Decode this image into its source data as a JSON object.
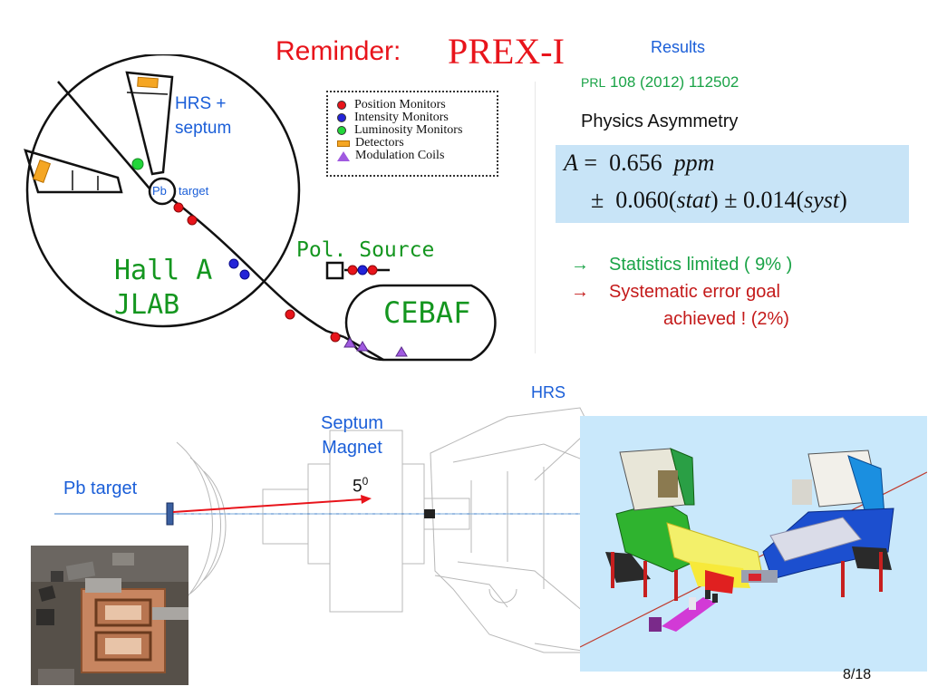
{
  "title": {
    "part1": "Reminder:",
    "part2": "PREX-I"
  },
  "results": {
    "heading": "Results",
    "prl_prefix": "PRL",
    "prl_rest": "108  (2012)  112502",
    "physics_label": "Physics  Asymmetry",
    "eq_symbol": "A",
    "eq_equals": "=",
    "eq_value": "0.656",
    "eq_unit": "ppm",
    "pm1": "±",
    "stat_value": "0.060(",
    "stat_label": "stat",
    "pm2": ") ± 0.014(",
    "syst_label": "syst",
    "close": ")"
  },
  "notes": {
    "arrow": "→",
    "stat_limited": "Statistics  limited  ( 9% )",
    "syst_goal_line1": "Systematic error goal",
    "syst_goal_line2": "achieved !   (2%)"
  },
  "legend": {
    "items": [
      {
        "label": "Position Monitors",
        "color": "#e8141b"
      },
      {
        "label": "Intensity Monitors",
        "color": "#2323d8"
      },
      {
        "label": "Luminosity Monitors",
        "color": "#22d63a"
      },
      {
        "label": "Detectors",
        "color": "#f5a623"
      },
      {
        "label": "Modulation Coils",
        "color": "#a05ae0"
      }
    ]
  },
  "hall_diagram": {
    "hrs_line1": "HRS +",
    "hrs_line2": "septum",
    "pb_label": "Pb",
    "target_label": "target",
    "hall_line1": "Hall A",
    "hall_line2": "JLAB",
    "pol_source": "Pol. Source",
    "cebaf": "CEBAF"
  },
  "lower_diagram": {
    "hrs_label": "HRS",
    "septum_line1": "Septum",
    "septum_line2": "Magnet",
    "pb_target": "Pb  target",
    "angle_value": "5",
    "angle_sup": "0"
  },
  "page_number": "8/18",
  "colors": {
    "title_red": "#e8141b",
    "label_blue": "#1a5ed8",
    "label_green": "#14961f",
    "note_green": "#1aa347",
    "note_red": "#c41a1a",
    "equation_bg": "#c8e4f7"
  }
}
